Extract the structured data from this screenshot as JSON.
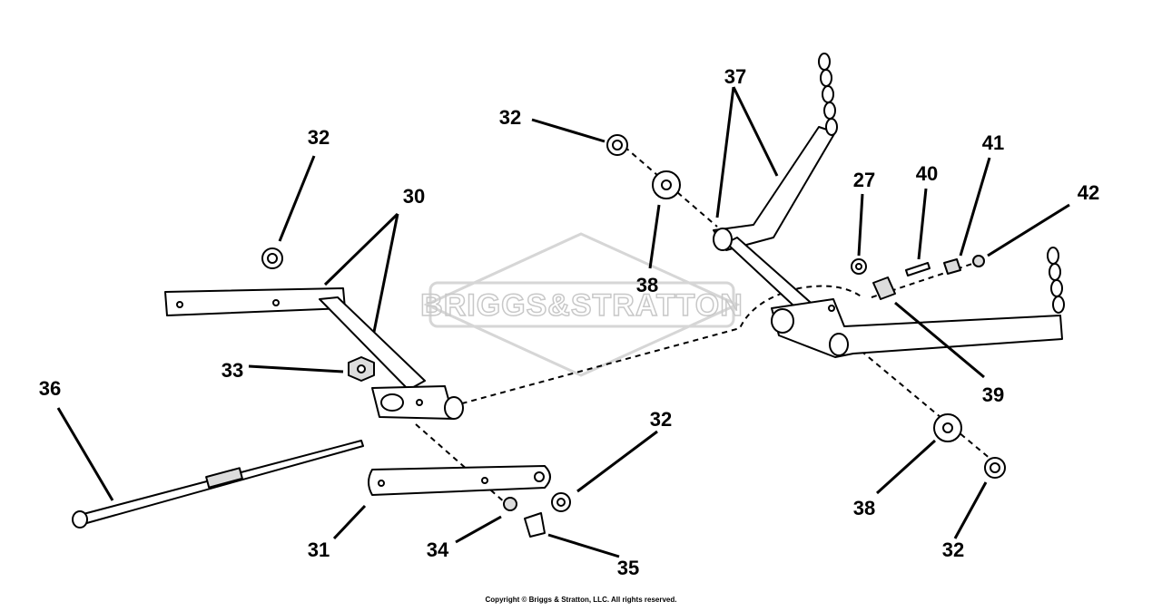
{
  "watermark": {
    "brand": "BRIGGS&STRATTON"
  },
  "labels": {
    "l27": "27",
    "l30": "30",
    "l31": "31",
    "l32a": "32",
    "l32b": "32",
    "l32c": "32",
    "l32d": "32",
    "l33": "33",
    "l34": "34",
    "l35": "35",
    "l36": "36",
    "l37": "37",
    "l38a": "38",
    "l38b": "38",
    "l39": "39",
    "l40": "40",
    "l41": "41",
    "l42": "42"
  },
  "footer": {
    "copyright": "Copyright © Briggs & Stratton, LLC. All rights reserved."
  }
}
